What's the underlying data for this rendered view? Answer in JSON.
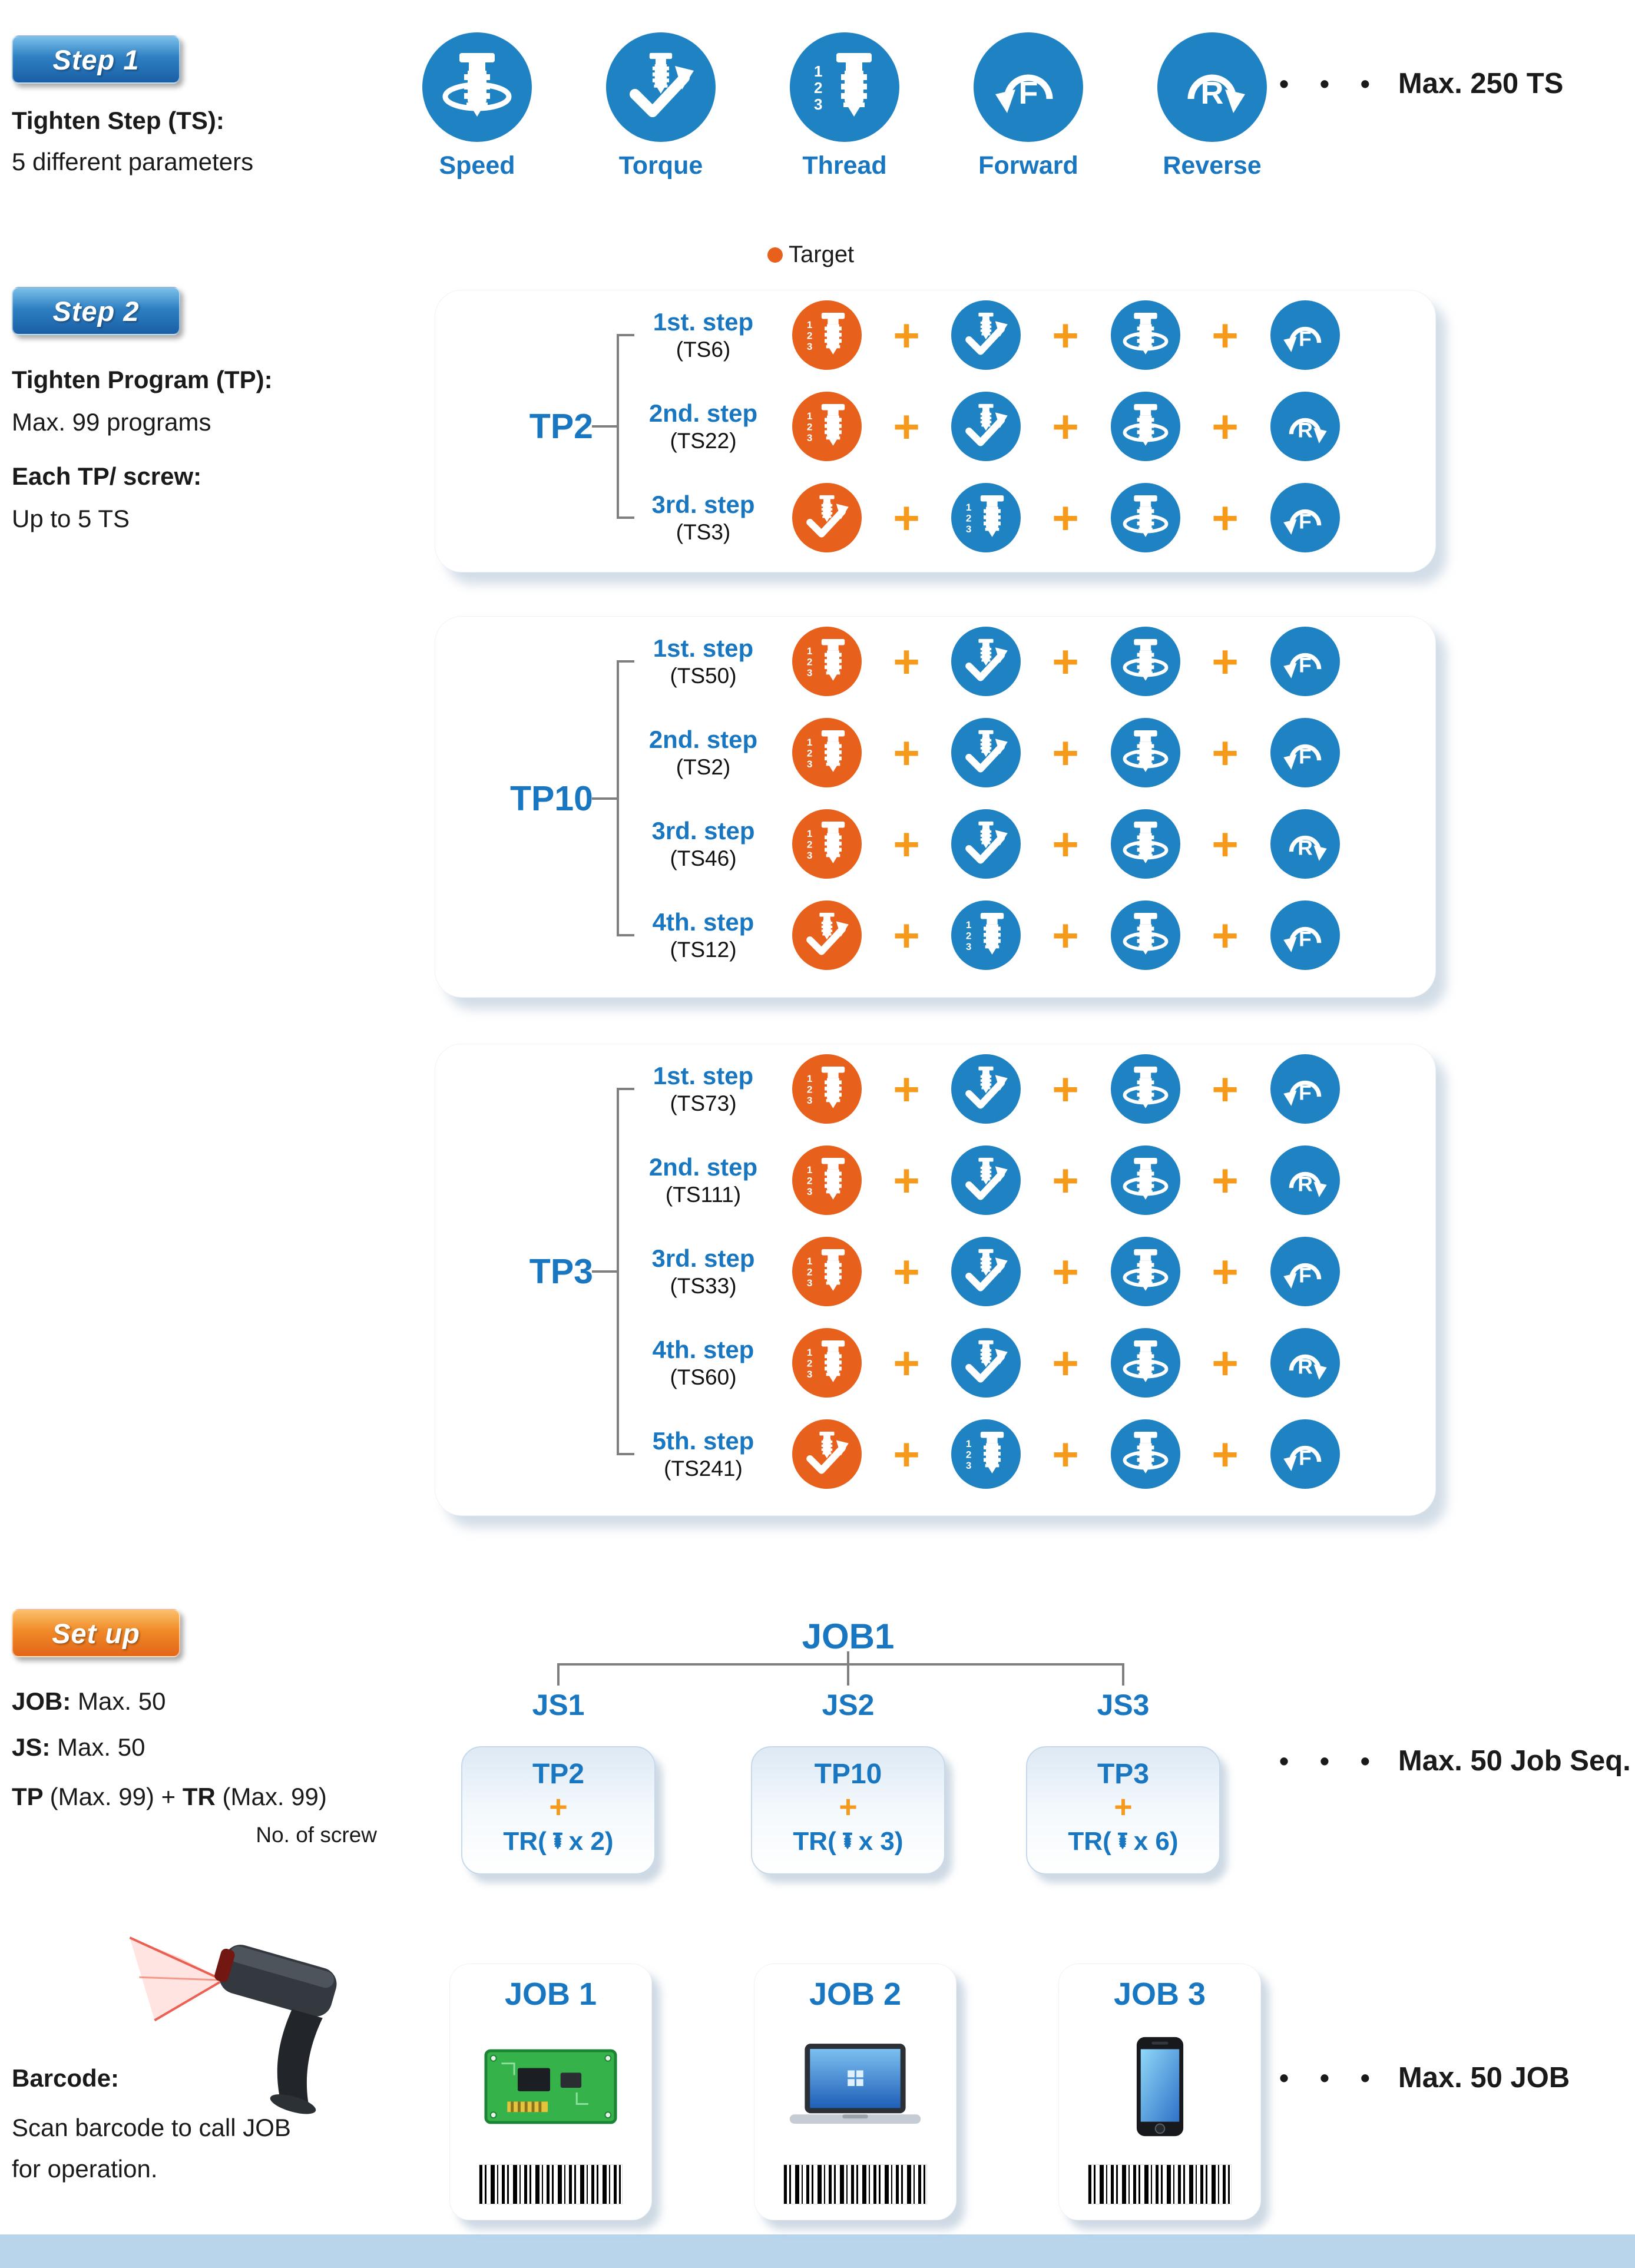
{
  "colors": {
    "blue": "#1f82c3",
    "orange": "#e8611c",
    "plus": "#f59a1b",
    "blueText": "#1877c0",
    "line": "#7f7f7f",
    "footer": "#b9d5ec"
  },
  "step1": {
    "badge": "Step 1",
    "line1": "Tighten Step (TS):",
    "line2": "5 different parameters",
    "dots": "• • •",
    "max_label": "Max. 250 TS",
    "icons": [
      {
        "icon": "speed",
        "label": "Speed"
      },
      {
        "icon": "torque",
        "label": "Torque"
      },
      {
        "icon": "thread",
        "label": "Thread"
      },
      {
        "icon": "forward",
        "label": "Forward"
      },
      {
        "icon": "reverse",
        "label": "Reverse"
      }
    ]
  },
  "legend": {
    "label": "Target"
  },
  "step2": {
    "badge": "Step 2",
    "line1": "Tighten Program (TP):",
    "line2": "Max. 99 programs",
    "line3": "Each TP/ screw:",
    "line4": "Up to 5 TS",
    "plus": "+",
    "programs": [
      {
        "name": "TP2",
        "steps": [
          {
            "label": "1st. step",
            "ts": "(TS6)",
            "icons": [
              {
                "icon": "thread",
                "color": "orange"
              },
              {
                "icon": "torque",
                "color": "blue"
              },
              {
                "icon": "speed",
                "color": "blue"
              },
              {
                "icon": "forward",
                "color": "blue"
              }
            ]
          },
          {
            "label": "2nd. step",
            "ts": "(TS22)",
            "icons": [
              {
                "icon": "thread",
                "color": "orange"
              },
              {
                "icon": "torque",
                "color": "blue"
              },
              {
                "icon": "speed",
                "color": "blue"
              },
              {
                "icon": "reverse",
                "color": "blue"
              }
            ]
          },
          {
            "label": "3rd. step",
            "ts": "(TS3)",
            "icons": [
              {
                "icon": "torque",
                "color": "orange"
              },
              {
                "icon": "thread",
                "color": "blue"
              },
              {
                "icon": "speed",
                "color": "blue"
              },
              {
                "icon": "forward",
                "color": "blue"
              }
            ]
          }
        ]
      },
      {
        "name": "TP10",
        "steps": [
          {
            "label": "1st. step",
            "ts": "(TS50)",
            "icons": [
              {
                "icon": "thread",
                "color": "orange"
              },
              {
                "icon": "torque",
                "color": "blue"
              },
              {
                "icon": "speed",
                "color": "blue"
              },
              {
                "icon": "forward",
                "color": "blue"
              }
            ]
          },
          {
            "label": "2nd. step",
            "ts": "(TS2)",
            "icons": [
              {
                "icon": "thread",
                "color": "orange"
              },
              {
                "icon": "torque",
                "color": "blue"
              },
              {
                "icon": "speed",
                "color": "blue"
              },
              {
                "icon": "forward",
                "color": "blue"
              }
            ]
          },
          {
            "label": "3rd. step",
            "ts": "(TS46)",
            "icons": [
              {
                "icon": "thread",
                "color": "orange"
              },
              {
                "icon": "torque",
                "color": "blue"
              },
              {
                "icon": "speed",
                "color": "blue"
              },
              {
                "icon": "reverse",
                "color": "blue"
              }
            ]
          },
          {
            "label": "4th. step",
            "ts": "(TS12)",
            "icons": [
              {
                "icon": "torque",
                "color": "orange"
              },
              {
                "icon": "thread",
                "color": "blue"
              },
              {
                "icon": "speed",
                "color": "blue"
              },
              {
                "icon": "forward",
                "color": "blue"
              }
            ]
          }
        ]
      },
      {
        "name": "TP3",
        "steps": [
          {
            "label": "1st. step",
            "ts": "(TS73)",
            "icons": [
              {
                "icon": "thread",
                "color": "orange"
              },
              {
                "icon": "torque",
                "color": "blue"
              },
              {
                "icon": "speed",
                "color": "blue"
              },
              {
                "icon": "forward",
                "color": "blue"
              }
            ]
          },
          {
            "label": "2nd. step",
            "ts": "(TS111)",
            "icons": [
              {
                "icon": "thread",
                "color": "orange"
              },
              {
                "icon": "torque",
                "color": "blue"
              },
              {
                "icon": "speed",
                "color": "blue"
              },
              {
                "icon": "reverse",
                "color": "blue"
              }
            ]
          },
          {
            "label": "3rd. step",
            "ts": "(TS33)",
            "icons": [
              {
                "icon": "thread",
                "color": "orange"
              },
              {
                "icon": "torque",
                "color": "blue"
              },
              {
                "icon": "speed",
                "color": "blue"
              },
              {
                "icon": "forward",
                "color": "blue"
              }
            ]
          },
          {
            "label": "4th. step",
            "ts": "(TS60)",
            "icons": [
              {
                "icon": "thread",
                "color": "orange"
              },
              {
                "icon": "torque",
                "color": "blue"
              },
              {
                "icon": "speed",
                "color": "blue"
              },
              {
                "icon": "reverse",
                "color": "blue"
              }
            ]
          },
          {
            "label": "5th. step",
            "ts": "(TS241)",
            "icons": [
              {
                "icon": "torque",
                "color": "orange"
              },
              {
                "icon": "thread",
                "color": "blue"
              },
              {
                "icon": "speed",
                "color": "blue"
              },
              {
                "icon": "forward",
                "color": "blue"
              }
            ]
          }
        ]
      }
    ]
  },
  "setup": {
    "badge": "Set up",
    "l1b": "JOB:",
    "l1r": " Max. 50",
    "l2b": "JS:",
    "l2r": " Max. 50",
    "l3a": "TP ",
    "l3b": "(Max. 99) + ",
    "l3c": "TR ",
    "l3d": "(Max. 99)",
    "l4": "No. of screw",
    "job_title": "JOB1",
    "dots": "• • •",
    "max_label": "Max. 50 Job Seq.",
    "sequences": [
      {
        "js": "JS1",
        "tp": "TP2",
        "plus": "+",
        "tr_pre": "TR(",
        "tr_post": "x 2)"
      },
      {
        "js": "JS2",
        "tp": "TP10",
        "plus": "+",
        "tr_pre": "TR(",
        "tr_post": " x 3)"
      },
      {
        "js": "JS3",
        "tp": "TP3",
        "plus": "+",
        "tr_pre": "TR(",
        "tr_post": "x 6)"
      }
    ]
  },
  "barcode_section": {
    "title": "Barcode:",
    "line1": "Scan barcode to call JOB",
    "line2": "for operation.",
    "dots": "• • •",
    "max_label": "Max. 50 JOB",
    "jobs": [
      {
        "label": "JOB 1",
        "image": "pcb"
      },
      {
        "label": "JOB 2",
        "image": "laptop"
      },
      {
        "label": "JOB 3",
        "image": "phone"
      }
    ]
  }
}
